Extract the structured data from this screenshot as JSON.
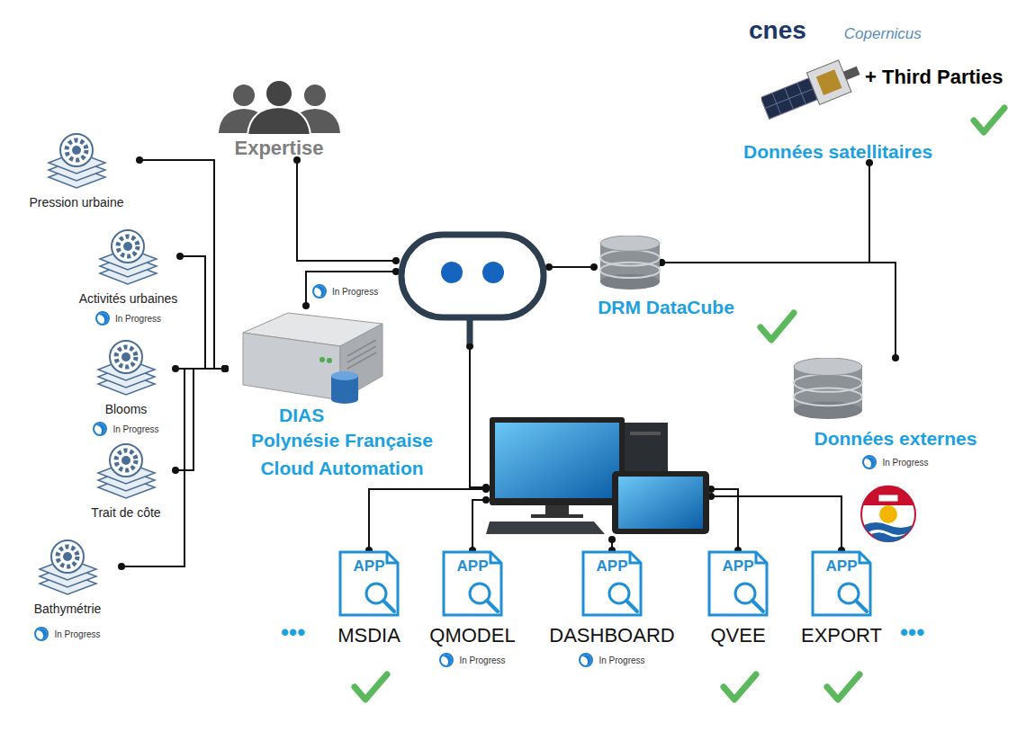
{
  "diagram": {
    "nodes": [
      {
        "text": [
          "Pression urbaine"
        ]
      },
      {
        "text": [
          "Activités urbaines",
          "In Progress"
        ]
      },
      {
        "text": [
          "Blooms",
          "In Progress"
        ]
      },
      {
        "text": [
          "Trait de côte"
        ]
      },
      {
        "text": [
          "Bathymétrie",
          "In Progress"
        ]
      },
      {
        "text": [
          "Expertise"
        ]
      },
      {
        "text": []
      },
      {
        "text": [
          "DIAS",
          "Polynésie Française Cloud Automation"
        ]
      },
      {
        "text": [
          "DRM DataCube"
        ]
      },
      {
        "text": [
          "cnes",
          "Copernicus",
          "+ Third Parties",
          "Données satellitaires"
        ]
      },
      {
        "text": [
          "Données externes",
          "In Progress"
        ]
      },
      {
        "text": []
      },
      {
        "text": [
          "APP",
          "MSDIA"
        ]
      },
      {
        "text": [
          "APP",
          "QMODEL",
          "In Progress"
        ]
      },
      {
        "text": [
          "APP",
          "DASHBOARD",
          "In Progress"
        ]
      },
      {
        "text": [
          "APP",
          "QVEE"
        ]
      },
      {
        "text": [
          "APP",
          "EXPORT"
        ]
      }
    ],
    "edges": [
      {
        "from": 0,
        "to": 7,
        "arrow": "none"
      },
      {
        "from": 1,
        "to": 7,
        "arrow": "none"
      },
      {
        "from": 2,
        "to": 7,
        "arrow": "none"
      },
      {
        "from": 3,
        "to": 7,
        "arrow": "none"
      },
      {
        "from": 4,
        "to": 7,
        "arrow": "none"
      },
      {
        "from": 5,
        "to": 6,
        "arrow": "none"
      },
      {
        "from": 7,
        "to": 6,
        "arrow": "none"
      },
      {
        "from": 6,
        "to": 8,
        "arrow": "none"
      },
      {
        "from": 8,
        "to": 9,
        "arrow": "none"
      },
      {
        "from": 8,
        "to": 10,
        "arrow": "none"
      },
      {
        "from": 6,
        "to": 11,
        "arrow": "none"
      },
      {
        "from": 11,
        "to": 12,
        "arrow": "none"
      },
      {
        "from": 11,
        "to": 13,
        "arrow": "none"
      },
      {
        "from": 11,
        "to": 14,
        "arrow": "none"
      },
      {
        "from": 11,
        "to": 15,
        "arrow": "none"
      },
      {
        "from": 11,
        "to": 16,
        "arrow": "none"
      }
    ],
    "labels": [
      "In Progress",
      "•••",
      "•••"
    ]
  }
}
